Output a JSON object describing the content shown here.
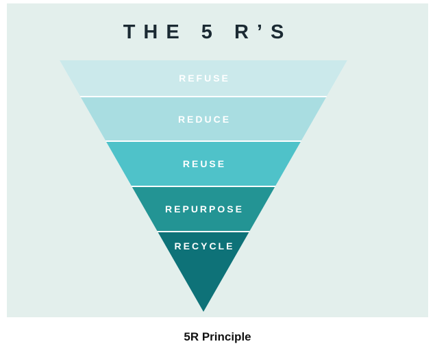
{
  "figure": {
    "title": "THE 5 R’S",
    "caption": "5R Principle",
    "background": "#e3efec",
    "title_color": "#1b2a33",
    "pyramid": {
      "label_color": "#ffffff",
      "levels": [
        {
          "label": "REFUSE",
          "color": "#cbe9eb"
        },
        {
          "label": "REDUCE",
          "color": "#a9dde1"
        },
        {
          "label": "REUSE",
          "color": "#4fc2c9"
        },
        {
          "label": "REPURPOSE",
          "color": "#239494"
        },
        {
          "label": "RECYCLE",
          "color": "#0e7278"
        }
      ]
    }
  }
}
